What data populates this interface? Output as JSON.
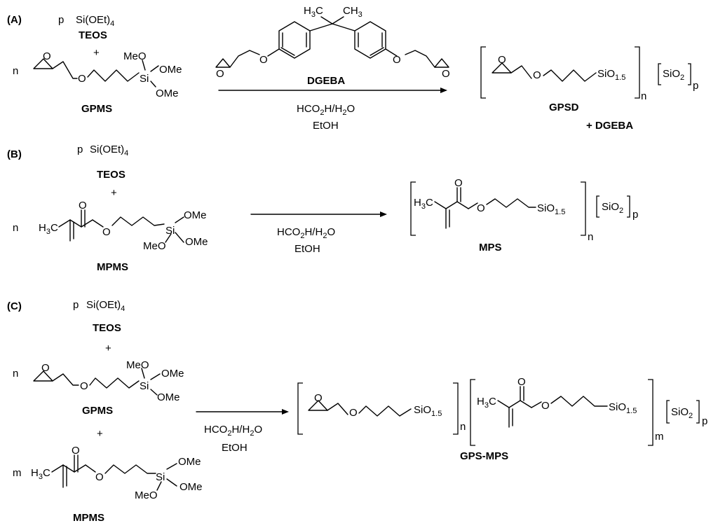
{
  "panels": {
    "a": {
      "label": "(A)",
      "coeff_p": "p",
      "teos_formula": "Si(OEt)",
      "teos_formula_sub": "4",
      "teos_name": "TEOS",
      "plus": "+",
      "coeff_n": "n",
      "gpms_name": "GPMS",
      "ome_1": "MeO",
      "ome_2": "OMe",
      "ome_3": "OMe",
      "si": "Si",
      "o": "O",
      "dgeba_h3c": "H",
      "dgeba_h3c_sub": "3",
      "dgeba_h3c_c": "C",
      "dgeba_ch3": "CH",
      "dgeba_ch3_sub": "3",
      "dgeba_name": "DGEBA",
      "reagent_1": "HCO",
      "reagent_1_sub": "2",
      "reagent_1_tail": "H/H",
      "reagent_1_sub2": "2",
      "reagent_1_end": "O",
      "reagent_2": "EtOH",
      "product_si": "SiO",
      "product_si_sub": "1.5",
      "product_n": "n",
      "sio2": "SiO",
      "sio2_sub": "2",
      "product_p": "p",
      "product_name": "GPSD",
      "plus_dgeba": "+ DGEBA"
    },
    "b": {
      "label": "(B)",
      "coeff_p": "p",
      "teos_formula": "Si(OEt)",
      "teos_formula_sub": "4",
      "teos_name": "TEOS",
      "plus": "+",
      "coeff_n": "n",
      "h3c": "H",
      "h3c_sub": "3",
      "h3c_c": "C",
      "o": "O",
      "si": "Si",
      "ome_1": "OMe",
      "ome_2": "OMe",
      "ome_3": "MeO",
      "mpms_name": "MPMS",
      "reagent_1": "HCO",
      "reagent_1_sub": "2",
      "reagent_1_tail": "H/H",
      "reagent_1_sub2": "2",
      "reagent_1_end": "O",
      "reagent_2": "EtOH",
      "product_si": "SiO",
      "product_si_sub": "1.5",
      "product_n": "n",
      "sio2": "SiO",
      "sio2_sub": "2",
      "product_p": "p",
      "product_name": "MPS"
    },
    "c": {
      "label": "(C)",
      "coeff_p": "p",
      "teos_formula": "Si(OEt)",
      "teos_formula_sub": "4",
      "teos_name": "TEOS",
      "plus": "+",
      "coeff_n": "n",
      "gpms_name": "GPMS",
      "coeff_m": "m",
      "mpms_name": "MPMS",
      "ome_1": "MeO",
      "ome_2": "OMe",
      "ome_3": "OMe",
      "ome_4": "OMe",
      "ome_5": "OMe",
      "ome_6": "MeO",
      "si": "Si",
      "o": "O",
      "h3c": "H",
      "h3c_sub": "3",
      "h3c_c": "C",
      "reagent_1": "HCO",
      "reagent_1_sub": "2",
      "reagent_1_tail": "H/H",
      "reagent_1_sub2": "2",
      "reagent_1_end": "O",
      "reagent_2": "EtOH",
      "product_si": "SiO",
      "product_si_sub": "1.5",
      "product_n": "n",
      "product_m": "m",
      "sio2": "SiO",
      "sio2_sub": "2",
      "product_p": "p",
      "product_name": "GPS-MPS"
    }
  }
}
